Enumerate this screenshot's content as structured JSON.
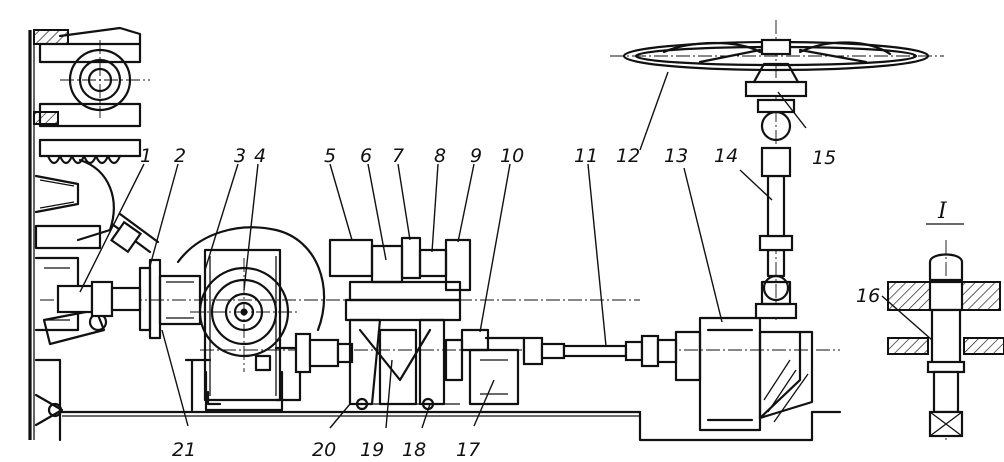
{
  "callouts": {
    "top": [
      "1",
      "2",
      "3",
      "4",
      "5",
      "6",
      "7",
      "8",
      "9",
      "10",
      "11",
      "12",
      "13",
      "14",
      "15"
    ],
    "right": [
      "16"
    ],
    "bottom": [
      "21",
      "20",
      "19",
      "18",
      "17"
    ]
  },
  "section_label": "I",
  "colors": {
    "ink": "#111111",
    "background": "#ffffff"
  }
}
